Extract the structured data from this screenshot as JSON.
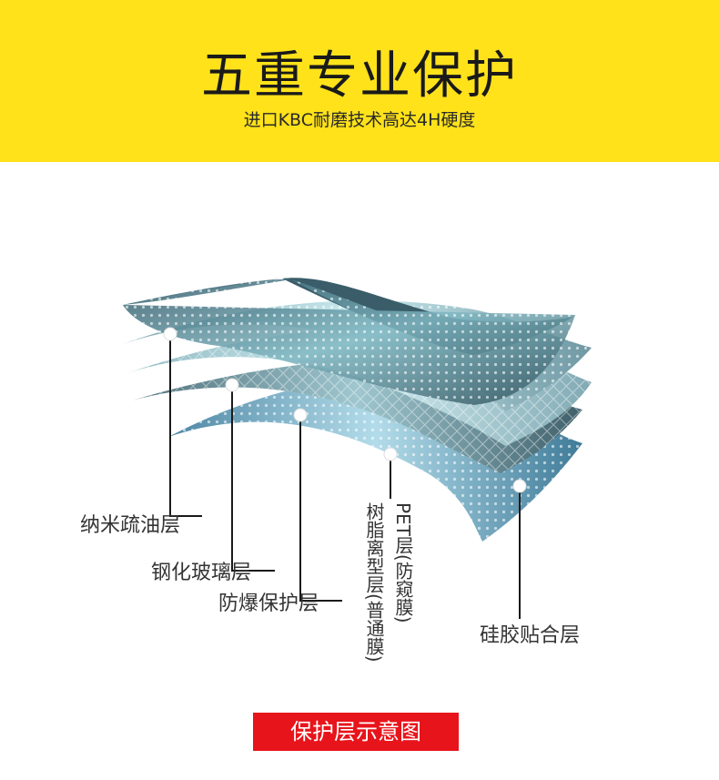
{
  "header": {
    "title": "五重专业保护",
    "subtitle": "进口KBC耐磨技术高达4H硬度"
  },
  "layers": [
    {
      "name": "纳米疏油层"
    },
    {
      "name": "钢化玻璃层"
    },
    {
      "name": "防爆保护层"
    },
    {
      "name": "树脂离型层(普通膜)"
    },
    {
      "name": "PET层(防窥膜)"
    },
    {
      "name": "硅胶贴合层"
    }
  ],
  "caption": "保护层示意图",
  "colors": {
    "banner": "#ffe21a",
    "caption_bg": "#e8141b",
    "layer_dark": "#3e6472",
    "layer_light": "#a8d6dd"
  }
}
